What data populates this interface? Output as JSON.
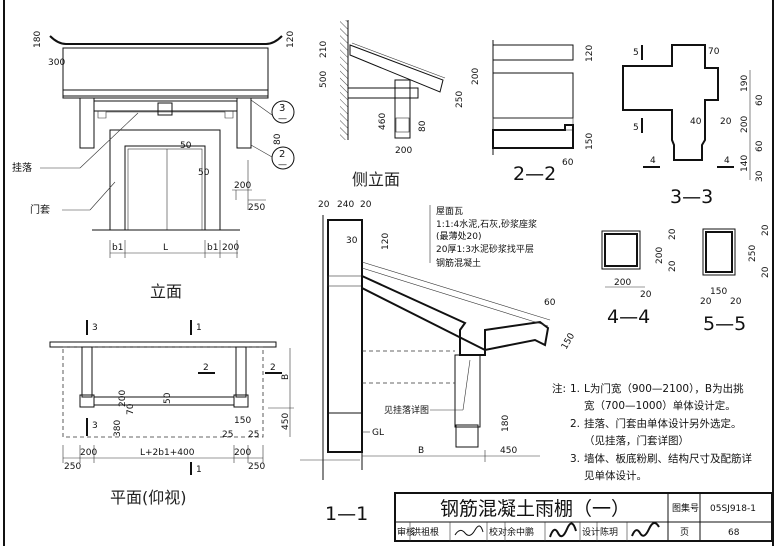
{
  "title_block": {
    "title": "钢筋混凝土雨棚（一）",
    "atlas_label": "图集号",
    "atlas_number": "05SJ918-1",
    "page_label": "页",
    "page_number": "68",
    "review_label": "审核",
    "reviewer": "洪祖根",
    "check_label": "校对",
    "checker": "余中鹏",
    "design_label": "设计",
    "designer": "陈玥"
  },
  "elevation": {
    "title": "立面",
    "label_hanging": "挂落",
    "label_door_frame": "门套",
    "dims": {
      "top_left": "180",
      "tile_height": "300",
      "top_right": "120",
      "bracket": "80",
      "door_frame_top": "50",
      "door_frame_side": "50",
      "b200": "200",
      "b250": "250",
      "b1_left": "b1",
      "L": "L",
      "b1_right": "b1",
      "right200": "200"
    },
    "callout_3": {
      "num": "3",
      "sheet": "—"
    },
    "callout_2": {
      "num": "2",
      "sheet": "—"
    }
  },
  "plan": {
    "title": "平面(仰视)",
    "section_3": "3",
    "section_1": "1",
    "section_2": "2",
    "dims": {
      "B": "B",
      "d450": "450",
      "d200a": "200",
      "d70": "70",
      "d50": "50",
      "d380": "380",
      "d150": "150",
      "d25a": "25",
      "d25b": "25",
      "d250a": "250",
      "d200b": "200",
      "span": "L+2b1+400",
      "d200c": "200",
      "d250b": "250"
    }
  },
  "side_elevation": {
    "title": "侧立面",
    "dims": {
      "d210": "210",
      "d500": "500",
      "d200": "200",
      "d250": "250",
      "d460": "460",
      "d80": "80",
      "d200b": "200"
    }
  },
  "section_2_2": {
    "title": "2—2",
    "dims": {
      "d120": "120",
      "d150": "150",
      "d60": "60"
    }
  },
  "section_3_3": {
    "title": "3—3",
    "section_5": "5",
    "section_4": "4",
    "dims": {
      "d70": "70",
      "d190": "190",
      "d60a": "60",
      "d200": "200",
      "d60b": "60",
      "d140": "140",
      "d30": "30",
      "d40": "40",
      "d20": "20"
    }
  },
  "section_4_4": {
    "title": "4—4",
    "dims": {
      "w": "200",
      "h": "200",
      "c1": "20",
      "c2": "20",
      "c3": "20"
    }
  },
  "section_5_5": {
    "title": "5—5",
    "dims": {
      "w": "150",
      "h": "250",
      "c1": "20",
      "c2": "20",
      "c3": "20",
      "c4": "20"
    }
  },
  "section_1_1": {
    "title": "1—1",
    "layers": [
      "屋面瓦",
      "1:1:4水泥,石灰,砂浆座浆",
      "(最薄处20)",
      "20厚1:3水泥砂浆找平层",
      "钢筋混凝土"
    ],
    "label_hanging_detail": "见挂落详图",
    "label_gl": "GL",
    "dims": {
      "d20a": "20",
      "d240": "240",
      "d20b": "20",
      "d30": "30",
      "d120": "120",
      "d60": "60",
      "d150": "150",
      "d180": "180",
      "B": "B",
      "d450": "450"
    }
  },
  "notes": {
    "heading": "注:",
    "items": [
      {
        "num": "1.",
        "line1": "L为门宽（900—2100），B为出挑",
        "line2": "宽（700—1000）单体设计定。"
      },
      {
        "num": "2.",
        "line1": "挂落、门套由单体设计另外选定。",
        "line2": "（见挂落，门套详图）"
      },
      {
        "num": "3.",
        "line1": "墙体、板底粉刷、结构尺寸及配筋详",
        "line2": "见单体设计。"
      }
    ]
  }
}
